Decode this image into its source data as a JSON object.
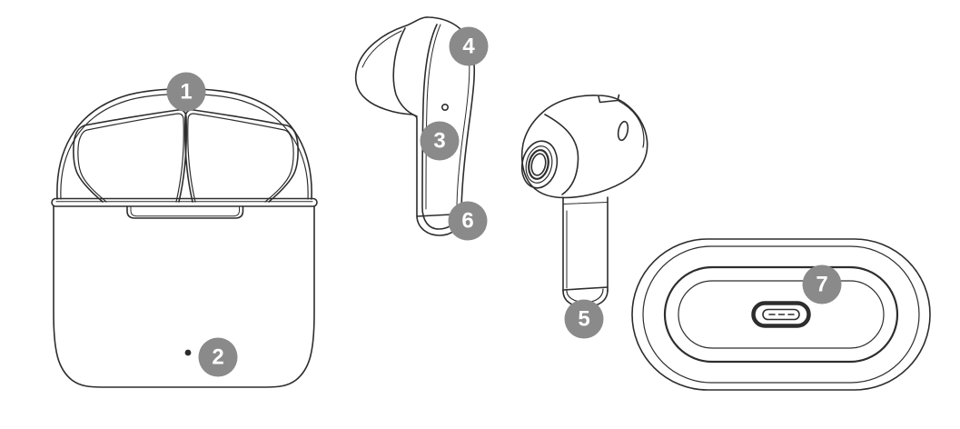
{
  "diagram": {
    "illustrations": [
      {
        "name": "charging-case-front-view"
      },
      {
        "name": "earbud-side-view"
      },
      {
        "name": "earbud-front-view"
      },
      {
        "name": "charging-case-bottom-view"
      }
    ],
    "callouts": [
      {
        "number": "1"
      },
      {
        "number": "2"
      },
      {
        "number": "3"
      },
      {
        "number": "4"
      },
      {
        "number": "5"
      },
      {
        "number": "6"
      },
      {
        "number": "7"
      }
    ]
  },
  "colors": {
    "background": "#ffffff",
    "line": "#2d2d2d",
    "badge_fill": "#8a8a8a",
    "badge_text": "#ffffff"
  }
}
